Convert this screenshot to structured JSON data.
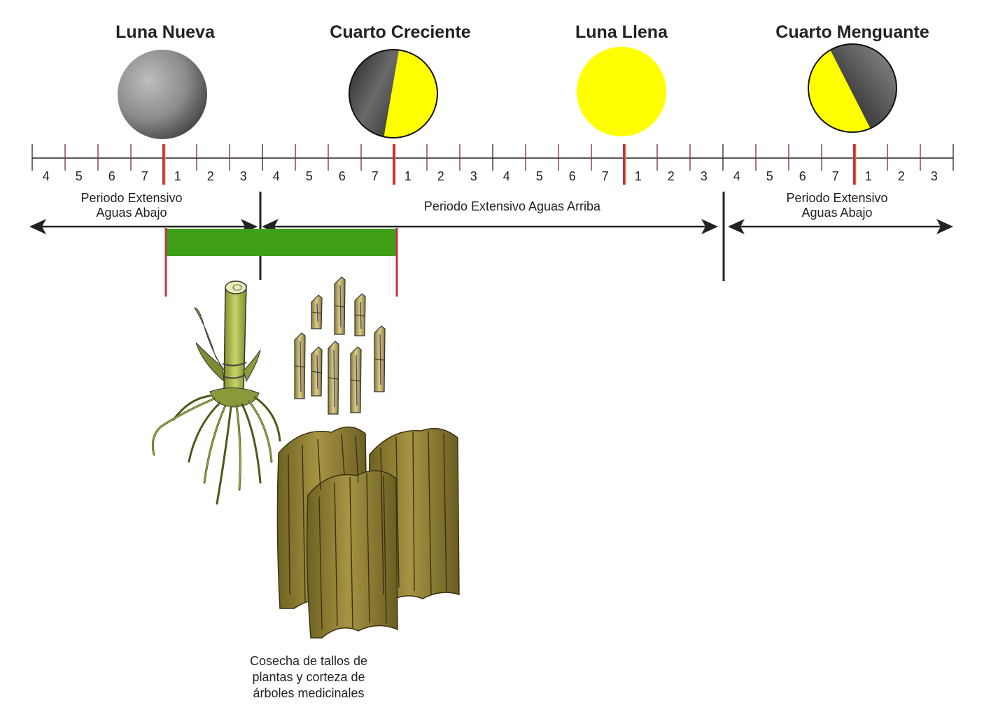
{
  "phases": [
    {
      "id": "new",
      "label": "Luna Nueva"
    },
    {
      "id": "first-quarter",
      "label": "Cuarto Creciente"
    },
    {
      "id": "full",
      "label": "Luna Llena"
    },
    {
      "id": "last-quarter",
      "label": "Cuarto Menguante"
    }
  ],
  "day_labels": [
    "4",
    "5",
    "6",
    "7",
    "1",
    "2",
    "3",
    "4",
    "5",
    "6",
    "7",
    "1",
    "2",
    "3",
    "4",
    "5",
    "6",
    "7",
    "1",
    "2",
    "3",
    "4",
    "5",
    "6",
    "7",
    "1",
    "2",
    "3"
  ],
  "periods": {
    "left": {
      "line1": "Periodo Extensivo",
      "line2": "Aguas Abajo"
    },
    "middle": {
      "line1": "Periodo Extensivo Aguas Arriba"
    },
    "right": {
      "line1": "Periodo Extensivo",
      "line2": "Aguas Abajo"
    }
  },
  "caption": {
    "line1": "Cosecha de tallos  de",
    "line2": "plantas y corteza de",
    "line3": "árboles medicinales"
  },
  "colors": {
    "moon_yellow": "#ffff00",
    "moon_dark": "#3a3a3a",
    "moon_light_gray": "#b8b8b8",
    "phase_marker": "#c0304a",
    "harvest_bar": "#3fa018",
    "plant_green": "#8a9a3a",
    "bark": "#8b7a35"
  }
}
